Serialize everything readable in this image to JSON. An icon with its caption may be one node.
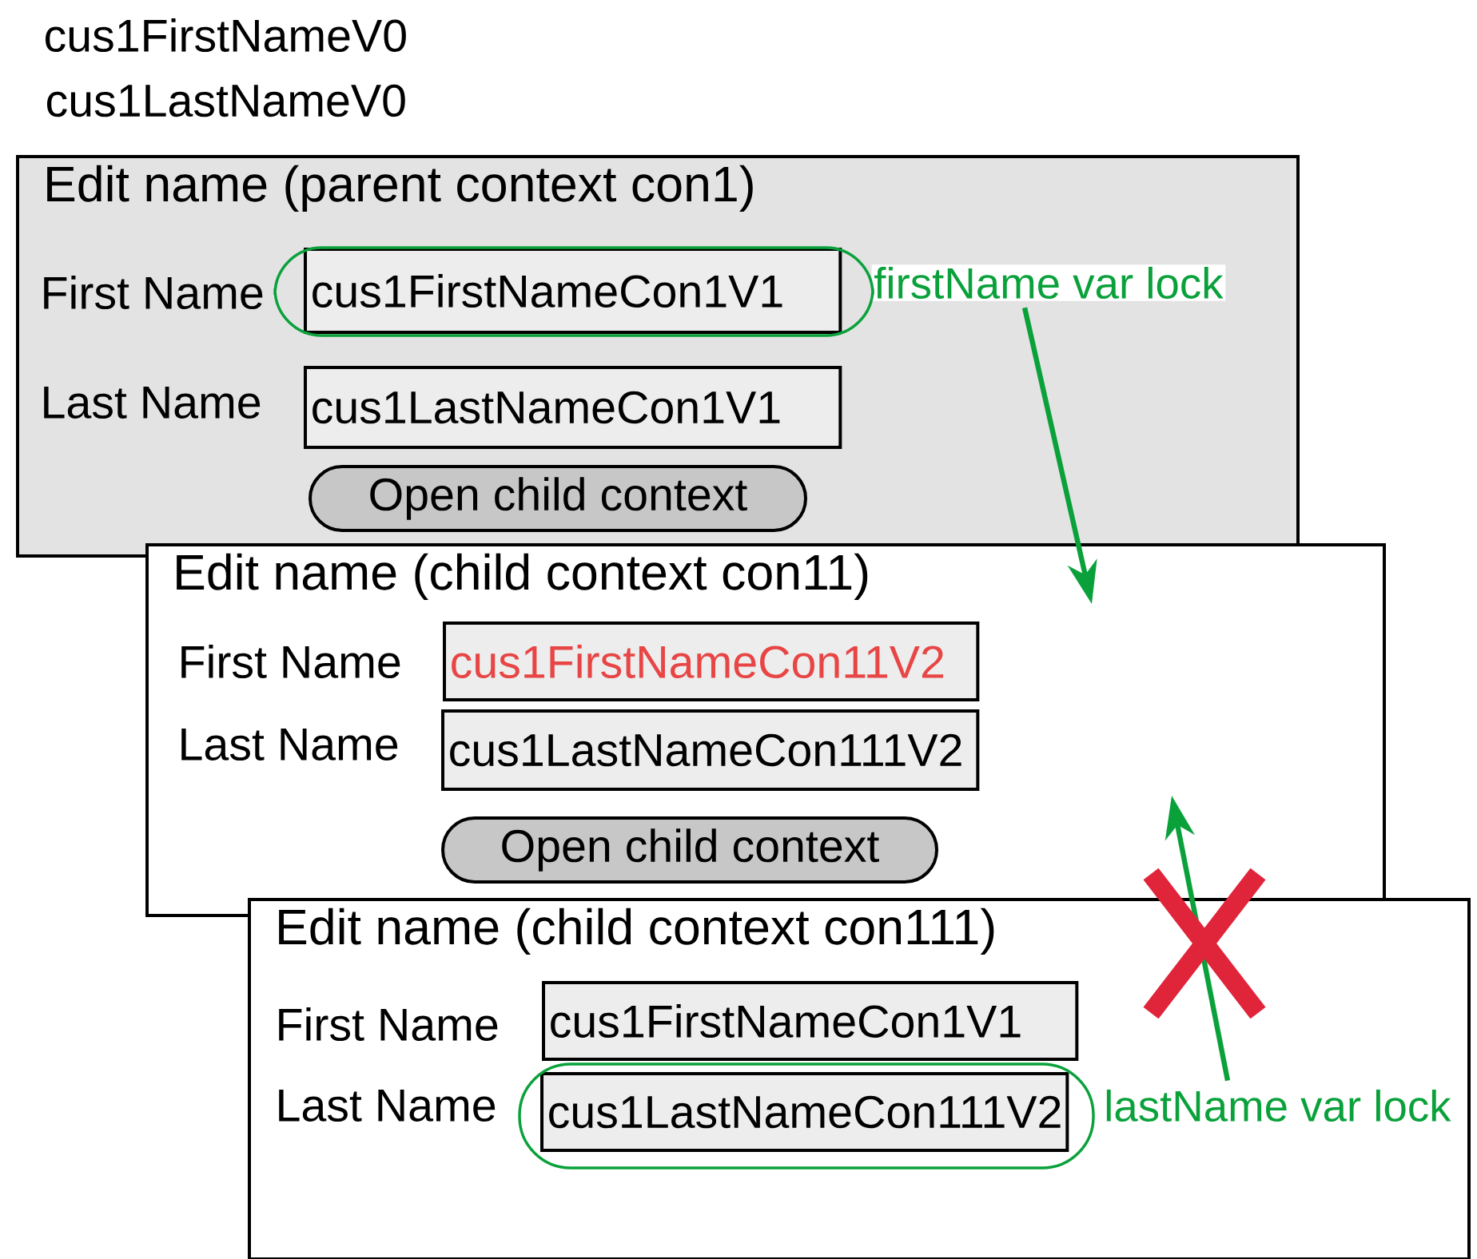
{
  "diagram": {
    "nodes": [
      {
        "text": [
          "Edit name (parent context con1)"
        ]
      },
      {
        "text": [
          "cus1FirstNameCon1V1"
        ],
        "in": 0,
        "beside": [
          "First Name"
        ]
      },
      {
        "text": [
          "cus1LastNameCon1V1"
        ],
        "in": 0,
        "beside": [
          "Last Name"
        ]
      },
      {
        "text": [
          "Open child context"
        ],
        "in": 0
      },
      {
        "text": [
          "Edit name (child context con11)"
        ]
      },
      {
        "text": [
          "cus1FirstNameCon11V2"
        ],
        "in": 4,
        "beside": [
          "First Name"
        ]
      },
      {
        "text": [
          "cus1LastNameCon111V2"
        ],
        "in": 4,
        "beside": [
          "Last Name"
        ]
      },
      {
        "text": [
          "Open child context"
        ],
        "in": 4
      },
      {
        "text": [
          "Edit name (child context con111)"
        ]
      },
      {
        "text": [
          "cus1FirstNameCon1V1"
        ],
        "in": 8,
        "beside": [
          "First Name"
        ]
      },
      {
        "text": [
          "cus1LastNameCon111V2"
        ],
        "in": 8,
        "beside": [
          "Last Name"
        ]
      },
      {
        "text": [
          "firstName var lock"
        ],
        "in": 0
      },
      {
        "text": [
          "lastName var lock"
        ],
        "in": 8
      }
    ],
    "edges": [
      {
        "from": 11,
        "to": 4,
        "arrow": "to",
        "color": "#0aa13b"
      },
      {
        "from": 12,
        "to": 4,
        "arrow": "to",
        "color": "#0aa13b"
      }
    ],
    "labels": [
      "cus1FirstNameV0",
      "cus1LastNameV0"
    ]
  }
}
